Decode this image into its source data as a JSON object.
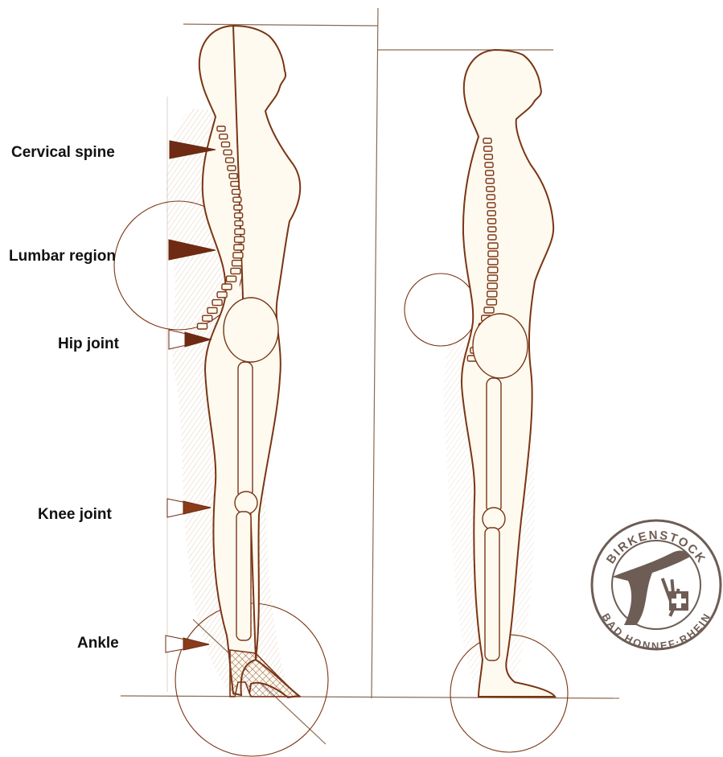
{
  "labels": {
    "cervical": "Cervical spine",
    "lumbar": "Lumbar region",
    "hip": "Hip joint",
    "knee": "Knee joint",
    "ankle": "Ankle"
  },
  "logo": {
    "top_text": "BIRKENSTOCK",
    "bottom_text": "BAD HONNEF·RHEIN"
  },
  "colors": {
    "outline": "#7a3514",
    "bone": "#fffaf0",
    "shade": "#c9a57f",
    "arrow": "#6e2a12",
    "guide": "#8a6a52",
    "label": "#111111",
    "logo": "#6e5d55"
  }
}
